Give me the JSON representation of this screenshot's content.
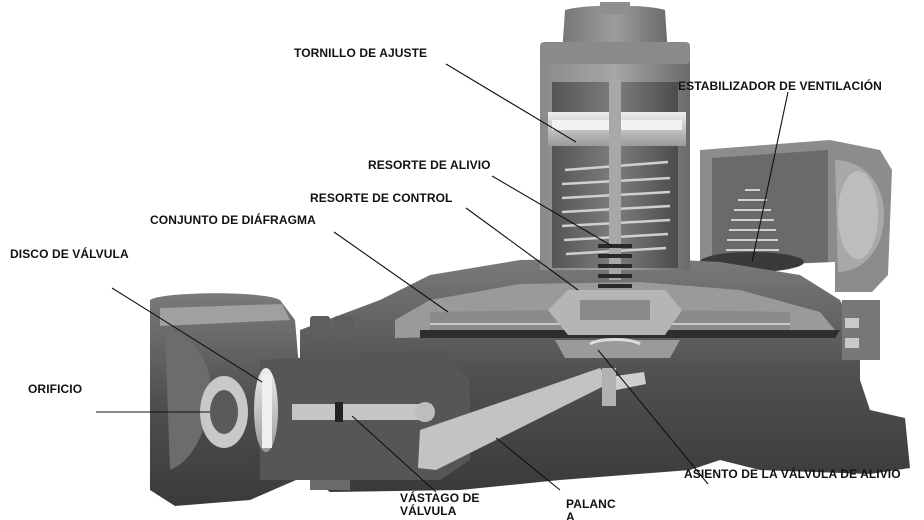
{
  "labels": {
    "adjusting_screw": "TORNILLO DE AJUSTE",
    "vent_stabilizer": "ESTABILIZADOR DE VENTILACIÓN",
    "relief_spring": "RESORTE DE ALIVIO",
    "control_spring": "RESORTE DE CONTROL",
    "diaphragm_assembly": "CONJUNTO DE DIÁFRAGMA",
    "valve_disc": "DISCO DE VÁLVULA",
    "orifice": "ORIFICIO",
    "relief_valve_seat": "ASIENTO DE LA VÁLVULA DE ALIVIO",
    "valve_stem_line1": "VÁSTAGO DE",
    "valve_stem_line2": "VÁLVULA",
    "lever_line1": "PALANC",
    "lever_line2": "A"
  },
  "colors": {
    "body_dark": "#4a4a4a",
    "body_mid": "#6e6e6e",
    "body_light": "#b8b8b8",
    "metal": "#d8d8d8",
    "leader": "#111111"
  }
}
